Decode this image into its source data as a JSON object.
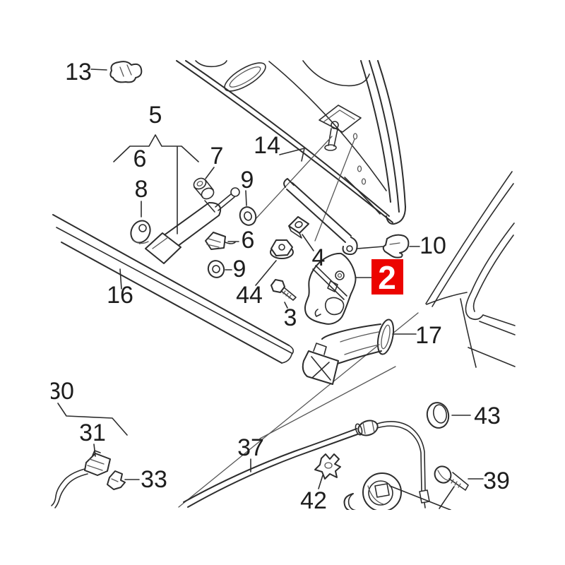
{
  "diagram": {
    "kind": "exploded-parts-diagram",
    "subject": "hood lock / bonnet latch and release cable assembly",
    "background": "#ffffff",
    "line_color": "#2d2d2d"
  },
  "labels": {
    "n13": "13",
    "n5": "5",
    "n6a": "6",
    "n7": "7",
    "n8": "8",
    "n9a": "9",
    "n14": "14",
    "n16": "16",
    "n6b": "6",
    "n9b": "9",
    "n44": "44",
    "n4": "4",
    "n3": "3",
    "n10": "10",
    "n17": "17",
    "n30": "30",
    "n31": "31",
    "n33": "33",
    "n37": "37",
    "n42": "42",
    "n43": "43",
    "n39": "39"
  },
  "highlight": {
    "number": "2",
    "bg": "#ec0400",
    "fg": "#ffffff"
  }
}
